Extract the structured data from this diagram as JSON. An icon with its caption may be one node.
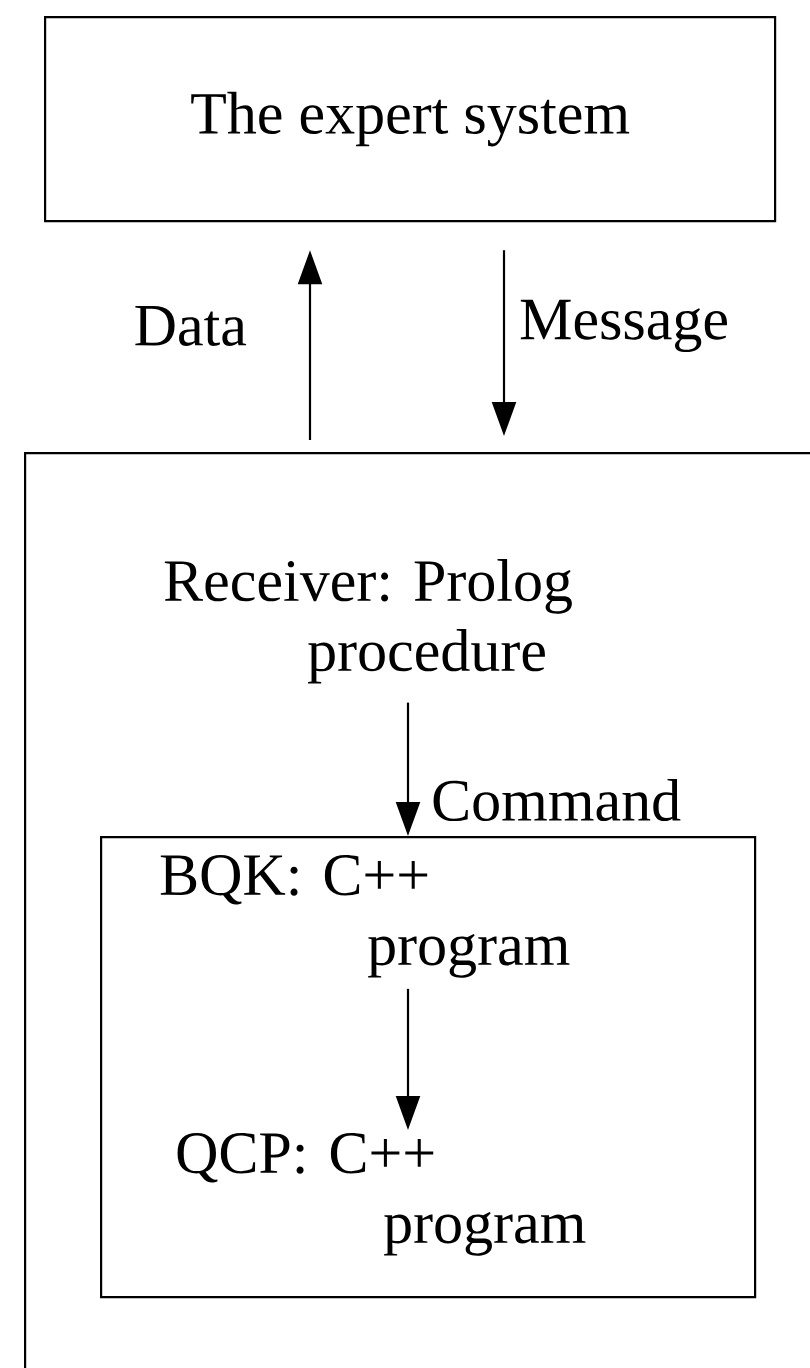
{
  "diagram": {
    "nodes": [
      {
        "text": [
          "The expert system"
        ]
      },
      {
        "text": [],
        "shape": "box"
      },
      {
        "text": [
          "Receiver: Prolog procedure"
        ],
        "in": 1
      },
      {
        "text": [],
        "shape": "box",
        "in": 1
      },
      {
        "text": [
          "BQK: C++ program"
        ],
        "in": 3
      },
      {
        "text": [
          "QCP: C++ program"
        ],
        "in": 3
      }
    ],
    "edges": [
      {
        "from": 1,
        "to": 0,
        "arrow": "to",
        "label": "Data"
      },
      {
        "from": 0,
        "to": 1,
        "arrow": "to",
        "label": "Message"
      },
      {
        "from": 2,
        "to": 3,
        "arrow": "to",
        "label": "Command"
      },
      {
        "from": 4,
        "to": 5,
        "arrow": "to"
      }
    ]
  }
}
